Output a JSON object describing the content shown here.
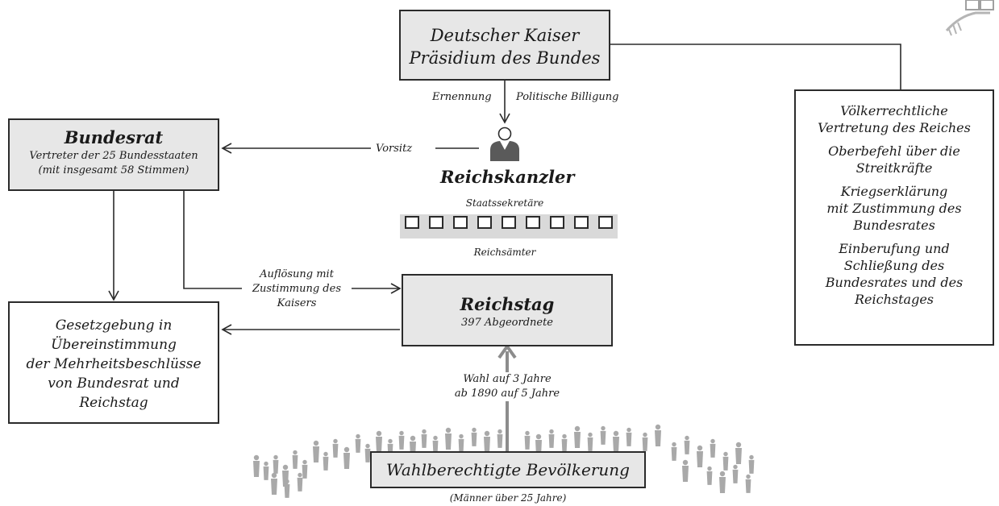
{
  "kaiser": {
    "line1": "Deutscher Kaiser",
    "line2": "Präsidium des Bundes"
  },
  "labels": {
    "ernennung": "Ernennung",
    "billigung": "Politische Billigung",
    "vorsitz": "Vorsitz",
    "aufloesung": [
      "Auflösung mit",
      "Zustimmung des",
      "Kaisers"
    ],
    "wahl": [
      "Wahl auf 3 Jahre",
      "ab 1890 auf 5 Jahre"
    ]
  },
  "bundesrat": {
    "title": "Bundesrat",
    "line1": "Vertreter der 25 Bundesstaaten",
    "line2": "(mit insgesamt 58 Stimmen)"
  },
  "reichskanzler": {
    "title": "Reichskanzler",
    "staatssekretaere": "Staatssekretäre",
    "reichsaemter": "Reichsämter",
    "office_count": 9
  },
  "reichstag": {
    "title": "Reichstag",
    "subtitle": "397 Abgeordnete"
  },
  "gesetzgebung": [
    "Gesetzgebung in",
    "Übereinstimmung",
    "der Mehrheitsbeschlüsse",
    "von Bundesrat und",
    "Reichstag"
  ],
  "kaiser_powers": [
    [
      "Völkerrechtliche",
      "Vertretung des Reiches"
    ],
    [
      "Oberbefehl über die",
      "Streitkräfte"
    ],
    [
      "Kriegserklärung",
      "mit Zustimmung des",
      "Bundesrates"
    ],
    [
      "Einberufung und",
      "Schließung des",
      "Bundesrates und des",
      "Reichstages"
    ]
  ],
  "bevoelkerung": {
    "title": "Wahlberechtigte Bevölkerung",
    "note": "(Männer über 25 Jahre)"
  },
  "colors": {
    "box_shade": "#e7e7e7",
    "line": "#2b2b2b",
    "crowd": "#a9a9a9",
    "arrow_up": "#8c8c8c"
  }
}
